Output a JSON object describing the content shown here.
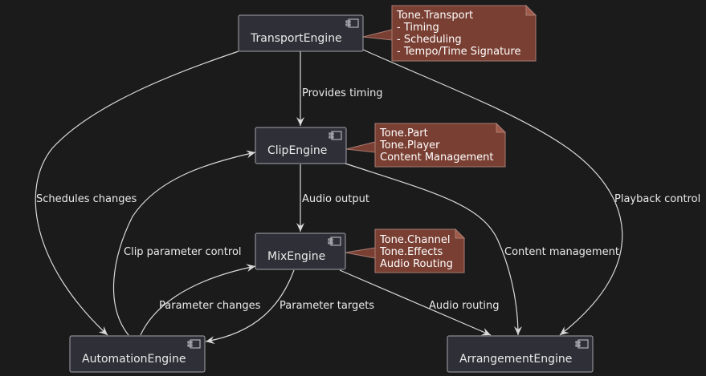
{
  "colors": {
    "background": "#1b1b1c",
    "component_fill": "#2f3037",
    "component_border": "#a3a3aa",
    "note_fill": "#7a3f33",
    "edge": "#d9d9d9",
    "text": "#eaeaea"
  },
  "components": {
    "transport": "TransportEngine",
    "clip": "ClipEngine",
    "mix": "MixEngine",
    "automation": "AutomationEngine",
    "arrangement": "ArrangementEngine"
  },
  "notes": {
    "transport": [
      "Tone.Transport",
      "- Timing",
      "- Scheduling",
      "- Tempo/Time Signature"
    ],
    "clip": [
      "Tone.Part",
      "Tone.Player",
      "Content Management"
    ],
    "mix": [
      "Tone.Channel",
      "Tone.Effects",
      "Audio Routing"
    ]
  },
  "edges": {
    "transport_clip": "Provides timing",
    "transport_automation": "Schedules changes",
    "transport_arrangement": "Playback control",
    "clip_mix": "Audio output",
    "automation_clip": "Clip parameter control",
    "clip_arrangement": "Content management",
    "automation_mix": "Parameter changes",
    "mix_automation": "Parameter targets",
    "mix_arrangement": "Audio routing"
  },
  "icons": {
    "component": "component-icon"
  }
}
